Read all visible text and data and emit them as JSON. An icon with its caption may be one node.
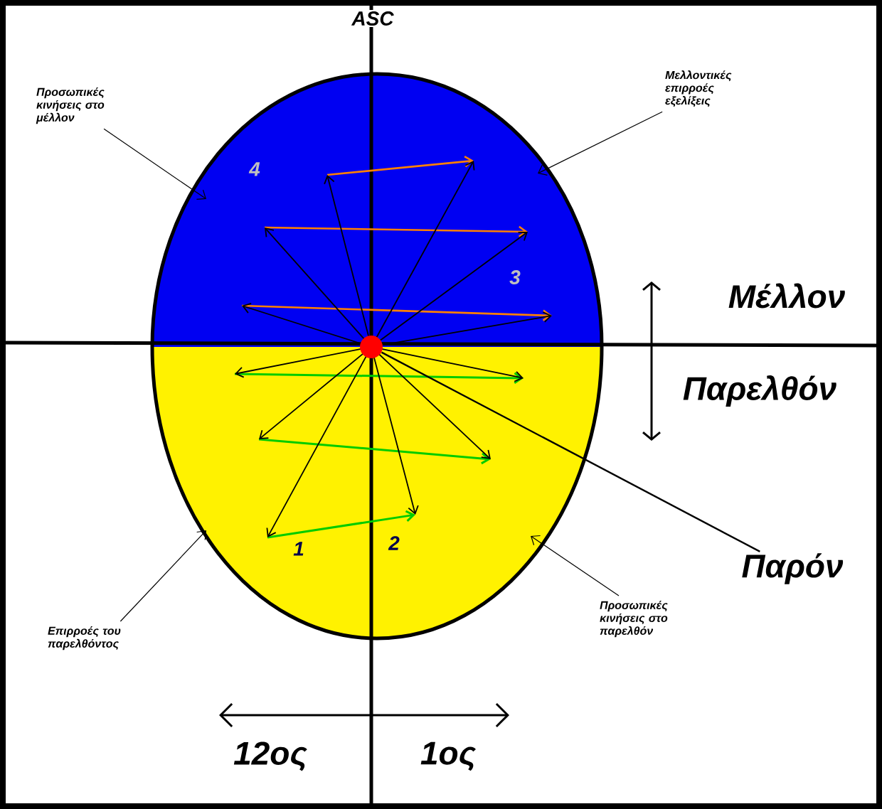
{
  "diagram": {
    "nodes": [
      {
        "text": [
          "Προσωπικές κινήσεις στο μέλλον"
        ]
      },
      {
        "text": [
          "Μελλοντικές επιρροές εξελίξεις"
        ]
      },
      {
        "text": [
          "Επιρροές του παρελθόντος"
        ]
      },
      {
        "text": [
          "Προσωπικές κινήσεις στο παρελθόν"
        ]
      },
      {
        "text": [
          "Παρόν"
        ]
      },
      {
        "text": [],
        "shape": "circle"
      }
    ],
    "edges": [
      {
        "from": 0,
        "to": null,
        "arrow": "to"
      },
      {
        "from": 1,
        "to": null,
        "arrow": "to"
      },
      {
        "from": 2,
        "to": null,
        "arrow": "to"
      },
      {
        "from": 3,
        "to": null,
        "arrow": "to"
      },
      {
        "from": 4,
        "to": 5,
        "arrow": "none"
      }
    ],
    "labels": [
      "ASC",
      "4",
      "3",
      "Μέλλον",
      "Παρελθόν",
      "1",
      "2",
      "12ος",
      "1ος"
    ]
  }
}
